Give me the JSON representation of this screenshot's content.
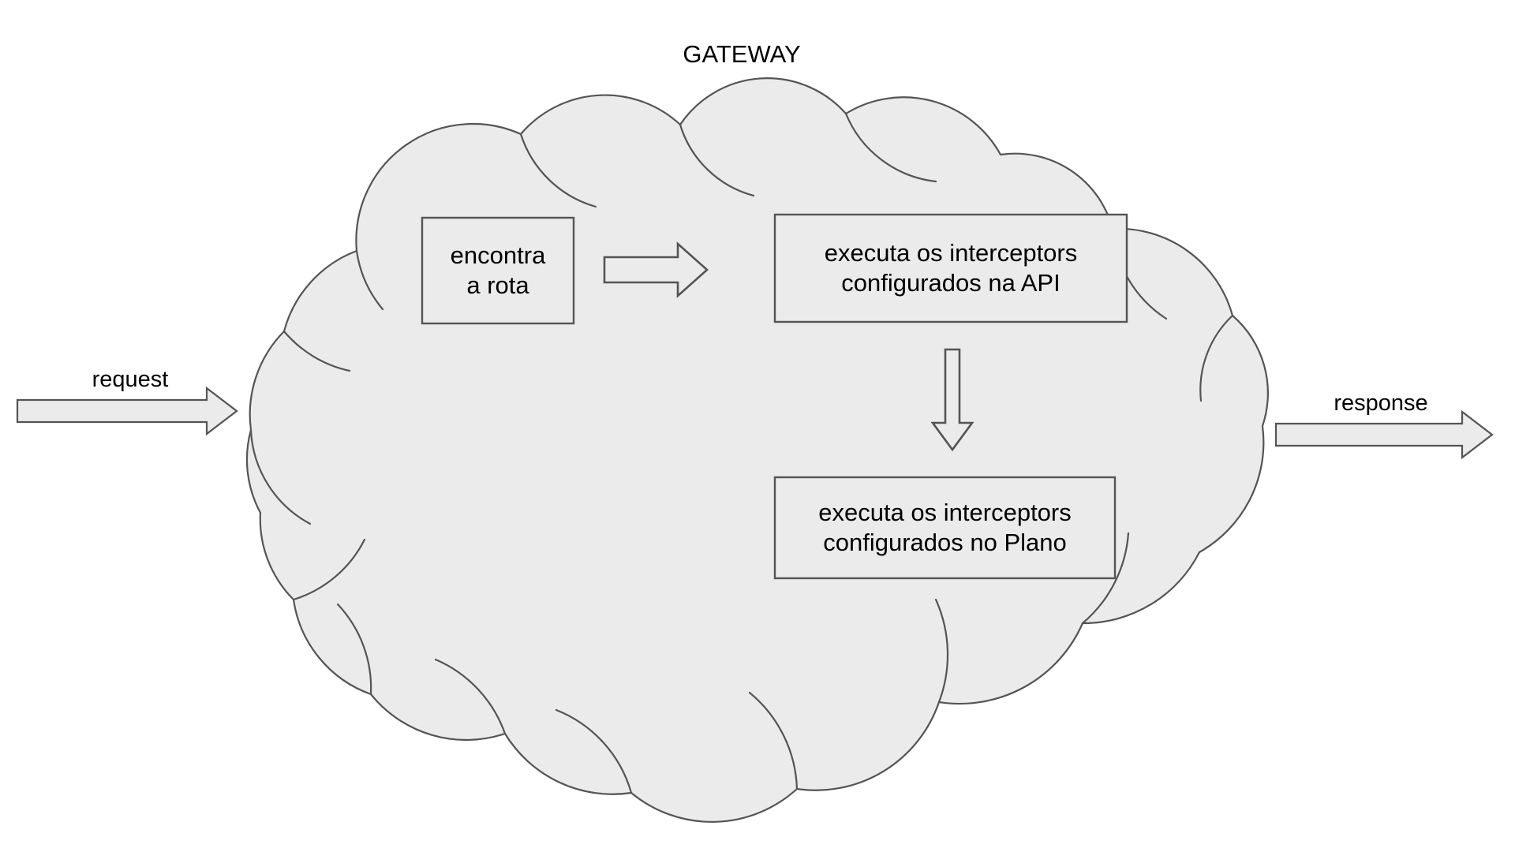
{
  "diagram": {
    "title": "GATEWAY",
    "background_color": "#ffffff",
    "cloud": {
      "name": "gateway-cloud",
      "fill_color": "#ebebeb",
      "stroke_color": "#545454"
    },
    "nodes": [
      {
        "id": "encontra-a-rota",
        "label": "encontra\na rota",
        "fill_color": "#ebebeb",
        "stroke_color": "#545454"
      },
      {
        "id": "interceptors-api",
        "label": "executa os interceptors\nconfigurados na API",
        "fill_color": "#ebebeb",
        "stroke_color": "#545454"
      },
      {
        "id": "interceptors-plano",
        "label": "executa os interceptors\nconfigurados no Plano",
        "fill_color": "#ebebeb",
        "stroke_color": "#545454"
      }
    ],
    "edges": [
      {
        "id": "request-arrow",
        "label": "request",
        "direction": "right",
        "fill_color": "#ebebeb",
        "stroke_color": "#545454"
      },
      {
        "id": "route-to-api-arrow",
        "label": "",
        "direction": "right",
        "fill_color": "#ebebeb",
        "stroke_color": "#545454"
      },
      {
        "id": "api-to-plano-arrow",
        "label": "",
        "direction": "down",
        "fill_color": "#ebebeb",
        "stroke_color": "#545454"
      },
      {
        "id": "response-arrow",
        "label": "response",
        "direction": "right",
        "fill_color": "#ebebeb",
        "stroke_color": "#545454"
      }
    ]
  }
}
